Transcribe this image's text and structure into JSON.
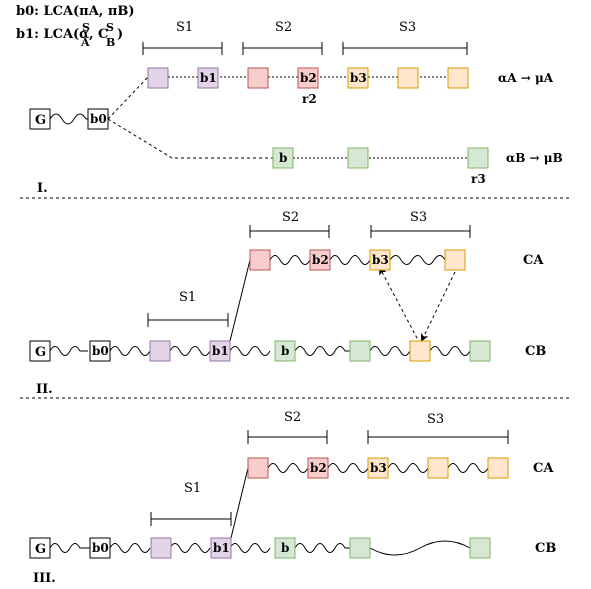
{
  "header": {
    "b0_def": "b0: LCA(πA, πB)",
    "b1_def": "b1: LCA(α",
    "b1_sup_s": "S",
    "b1_sub_a": "A",
    "b1_comma_c": ", C",
    "b1_sup_s2": "S",
    "b1_sub_b": "B",
    "b1_close": ")"
  },
  "panel1": {
    "label": "I.",
    "g": "G",
    "b0": "b0",
    "s1": "S1",
    "s2": "S2",
    "s3": "S3",
    "b1": "b1",
    "b2": "b2",
    "b3": "b3",
    "r2": "r2",
    "b": "b",
    "r3": "r3",
    "map_a": "αA → μA",
    "map_b": "αB → μB"
  },
  "panel2": {
    "label": "II.",
    "g": "G",
    "b0": "b0",
    "s1": "S1",
    "s2": "S2",
    "s3": "S3",
    "b1": "b1",
    "b2": "b2",
    "b3": "b3",
    "b": "b",
    "ca": "CA",
    "cb": "CB"
  },
  "panel3": {
    "label": "III.",
    "g": "G",
    "b0": "b0",
    "s1": "S1",
    "s2": "S2",
    "s3": "S3",
    "b1": "b1",
    "b2": "b2",
    "b3": "b3",
    "b": "b",
    "ca": "CA",
    "cb": "CB"
  },
  "colors": {
    "purple_fill": "#e1d5e7",
    "purple_stroke": "#9673a6",
    "red_fill": "#f8cecc",
    "red_stroke": "#b85450",
    "orange_fill": "#ffe6cc",
    "orange_stroke": "#d79b00",
    "green_fill": "#d5e8d4",
    "green_stroke": "#82b366"
  }
}
